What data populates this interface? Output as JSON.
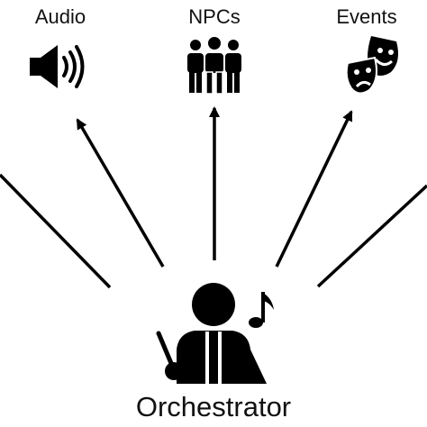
{
  "nodes": {
    "audio": {
      "label": "Audio",
      "icon": "speaker-icon"
    },
    "npcs": {
      "label": "NPCs",
      "icon": "people-group-icon"
    },
    "events": {
      "label": "Events",
      "icon": "theater-masks-icon"
    },
    "orchestrator": {
      "label": "Orchestrator",
      "icon": "conductor-icon"
    }
  },
  "colors": {
    "ink": "#000000",
    "background": "#ffffff"
  }
}
